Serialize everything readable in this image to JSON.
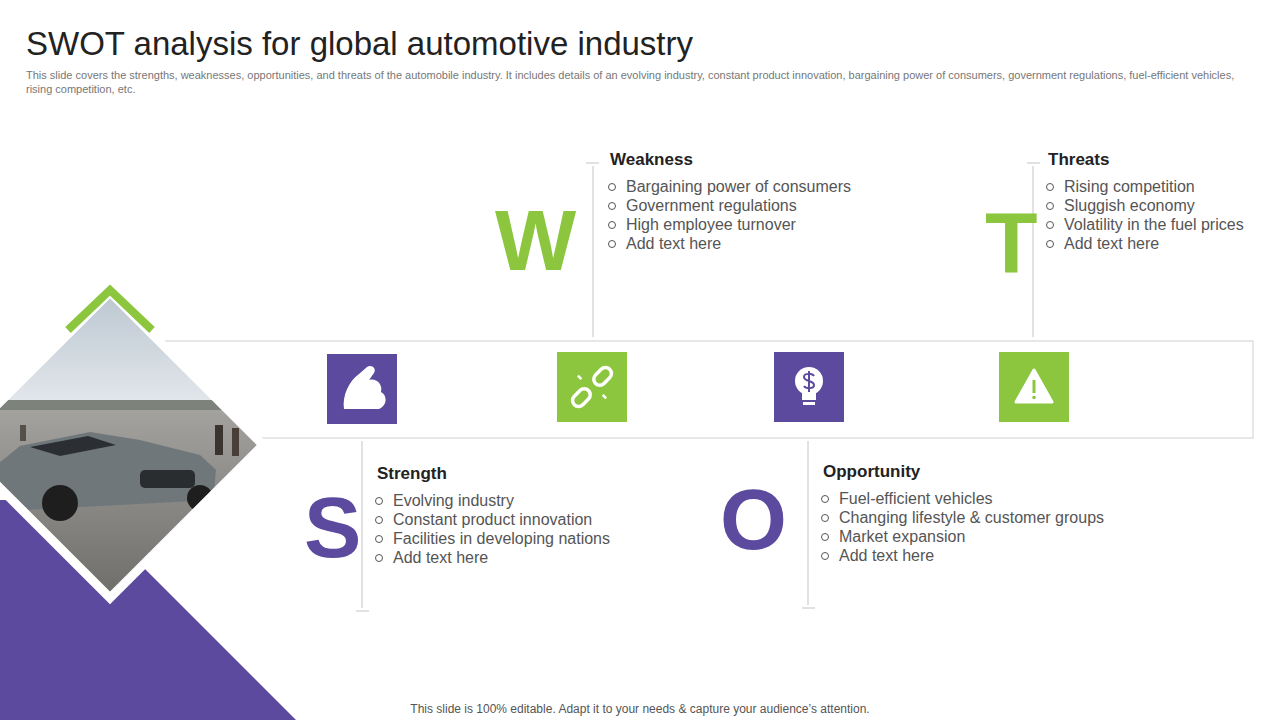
{
  "diagram": {
    "title": "SWOT analysis for global automotive industry",
    "nodes": [
      {
        "text": [
          "Weakness",
          "Bargaining power of consumers",
          "Government  regulations",
          "High employee turnover",
          "Add text here"
        ]
      },
      {
        "text": [
          "Threats",
          "Rising competition",
          "Sluggish economy",
          "Volatility in the fuel prices",
          "Add text here"
        ]
      },
      {
        "text": [
          "Strength",
          "Evolving industry",
          "Constant product innovation",
          "Facilities in developing nations",
          "Add text here"
        ]
      },
      {
        "text": [
          "Opportunity",
          "Fuel-efficient vehicles",
          "Changing lifestyle & customer groups",
          "Market expansion",
          "Add text here"
        ]
      }
    ],
    "labels": [
      "This slide covers the strengths, weaknesses, opportunities, and threats of the automobile industry. It includes details of an evolving industry, constant product innovation, bargaining power of consumers, government regulations, fuel-efficient vehicles, rising competition, etc.",
      "W",
      "T",
      "S",
      "O",
      "This slide is 100% editable. Adapt it to your needs & capture your audience’s attention."
    ]
  }
}
